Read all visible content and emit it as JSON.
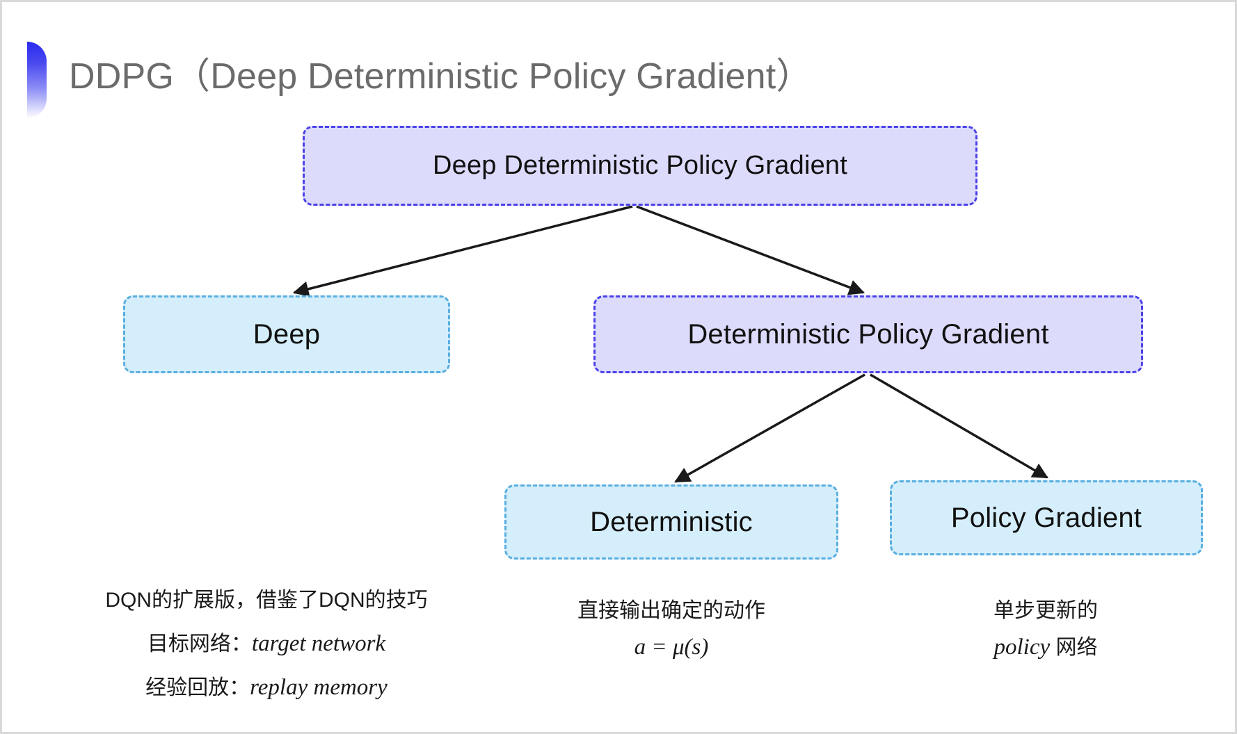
{
  "slide": {
    "title": "DDPG（Deep Deterministic Policy Gradient）",
    "decoration_icon": "half-circle-gradient-bullet",
    "background_color": "#ffffff",
    "frame_color": "#d9d9d9"
  },
  "colors": {
    "purple_fill": "#dcdbfb",
    "purple_border": "#4a41e8",
    "blue_fill": "#d5eefb",
    "blue_border": "#58aee0",
    "arrow": "#1a1a1a",
    "title_text": "#6b6b6b"
  },
  "diagram": {
    "type": "tree",
    "nodes": [
      {
        "id": "ddpg",
        "label": "Deep Deterministic Policy Gradient",
        "style": "purple"
      },
      {
        "id": "deep",
        "label": "Deep",
        "style": "blue"
      },
      {
        "id": "dpg",
        "label": "Deterministic Policy Gradient",
        "style": "purple"
      },
      {
        "id": "deterministic",
        "label": "Deterministic",
        "style": "blue"
      },
      {
        "id": "policy_gradient",
        "label": "Policy Gradient",
        "style": "blue"
      }
    ],
    "edges": [
      {
        "from": "ddpg",
        "to": "deep"
      },
      {
        "from": "ddpg",
        "to": "dpg"
      },
      {
        "from": "dpg",
        "to": "deterministic"
      },
      {
        "from": "dpg",
        "to": "policy_gradient"
      }
    ]
  },
  "captions": {
    "deep": {
      "line1": "DQN的扩展版，借鉴了DQN的技巧",
      "line2_cn": "目标网络：",
      "line2_en": "target network",
      "line3_cn": "经验回放：",
      "line3_en": "replay memory"
    },
    "deterministic": {
      "line1": "直接输出确定的动作",
      "line2": "a = μ(s)"
    },
    "policy_gradient": {
      "line1": "单步更新的",
      "line2_en": "policy",
      "line2_cn": " 网络"
    }
  }
}
